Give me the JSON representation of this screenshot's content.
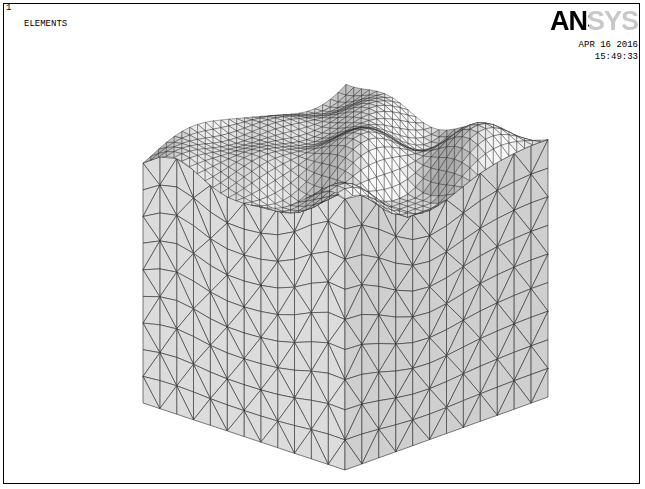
{
  "diagram": {
    "labels": [
      "1",
      "ELEMENTS",
      "ANSYS",
      "APR 16 2016",
      "15:49:33"
    ]
  }
}
